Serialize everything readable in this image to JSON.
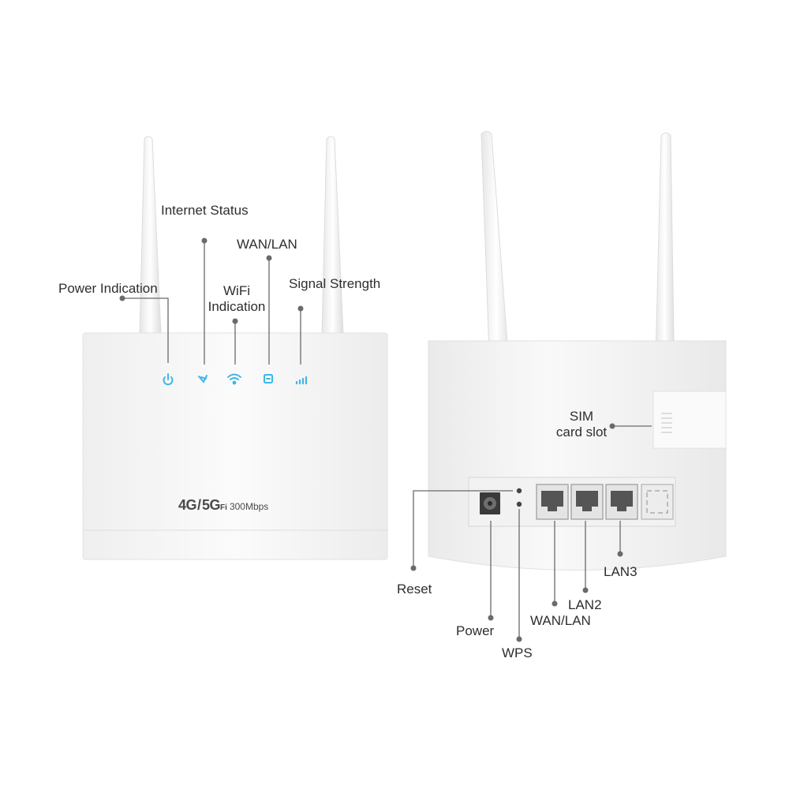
{
  "front": {
    "labels": {
      "power_indication": "Power Indication",
      "internet_status": "Internet Status",
      "wan_lan": "WAN/LAN",
      "wifi_indication_line1": "WiFi",
      "wifi_indication_line2": "Indication",
      "signal_strength": "Signal Strength"
    },
    "brand": {
      "part_4g": "4G",
      "slash": "/",
      "part_5g": "5G",
      "part_wifi": "Fi",
      "speed": "300Mbps"
    },
    "indicator_color": "#3fb6e8"
  },
  "back": {
    "labels": {
      "sim_line1": "SIM",
      "sim_line2": "card slot",
      "reset": "Reset",
      "power": "Power",
      "wps": "WPS",
      "wan_lan": "WAN/LAN",
      "lan2": "LAN2",
      "lan3": "LAN3"
    }
  },
  "colors": {
    "background": "#ffffff",
    "device_body": "#f7f7f7",
    "callout_line": "#6a6a6a",
    "text": "#2e2e2e"
  }
}
